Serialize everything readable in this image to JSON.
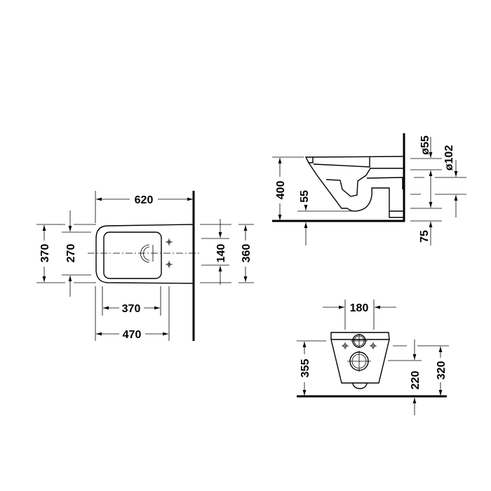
{
  "top_view": {
    "width_620": "620",
    "depth_370": "370",
    "inner_270": "270",
    "holes_140": "140",
    "height_360": "360",
    "bowl_370": "370",
    "bowl_470": "470"
  },
  "side_view": {
    "height_400": "400",
    "rim_55": "55",
    "dia_55": "ø55",
    "dia_102": "ø102",
    "offset_75": "75"
  },
  "front_view": {
    "spacing_180": "180",
    "height_355": "355",
    "inlet_220": "220",
    "height_320": "320"
  }
}
